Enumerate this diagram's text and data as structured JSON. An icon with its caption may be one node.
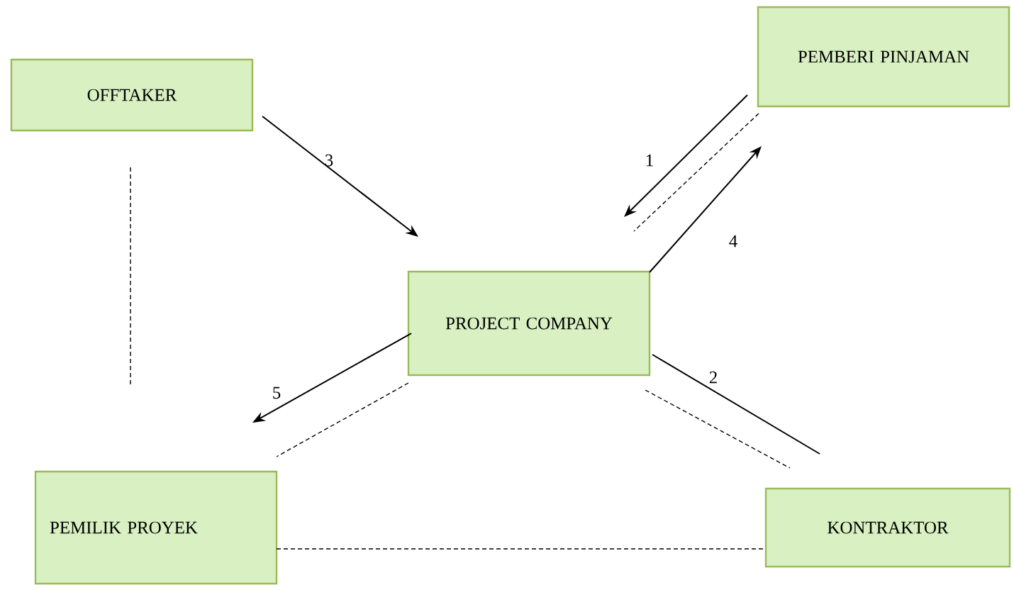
{
  "diagram": {
    "nodes": [
      {
        "text": [
          "OFFTAKER"
        ]
      },
      {
        "text": [
          "PEMBERI PINJAMAN"
        ]
      },
      {
        "text": [
          "PROJECT COMPANY"
        ]
      },
      {
        "text": [
          "PEMILIK PROYEK"
        ]
      },
      {
        "text": [
          "KONTRAKTOR"
        ]
      }
    ],
    "edges": [
      {
        "from": 0,
        "to": 2,
        "arrow": "to",
        "label": "3"
      },
      {
        "from": 1,
        "to": 2,
        "arrow": "to",
        "label": "1"
      },
      {
        "from": 1,
        "to": 2,
        "arrow": "none",
        "style": "dashed"
      },
      {
        "from": 2,
        "to": 1,
        "arrow": "to",
        "label": "4"
      },
      {
        "from": 2,
        "to": 4,
        "arrow": "none",
        "label": "2"
      },
      {
        "from": 2,
        "to": 4,
        "arrow": "none",
        "style": "dashed"
      },
      {
        "from": 2,
        "to": 3,
        "arrow": "to",
        "label": "5"
      },
      {
        "from": 2,
        "to": 3,
        "arrow": "none",
        "style": "dashed"
      },
      {
        "from": 0,
        "to": 3,
        "arrow": "none",
        "style": "dashed"
      },
      {
        "from": 3,
        "to": 4,
        "arrow": "none",
        "style": "dashed"
      }
    ]
  }
}
